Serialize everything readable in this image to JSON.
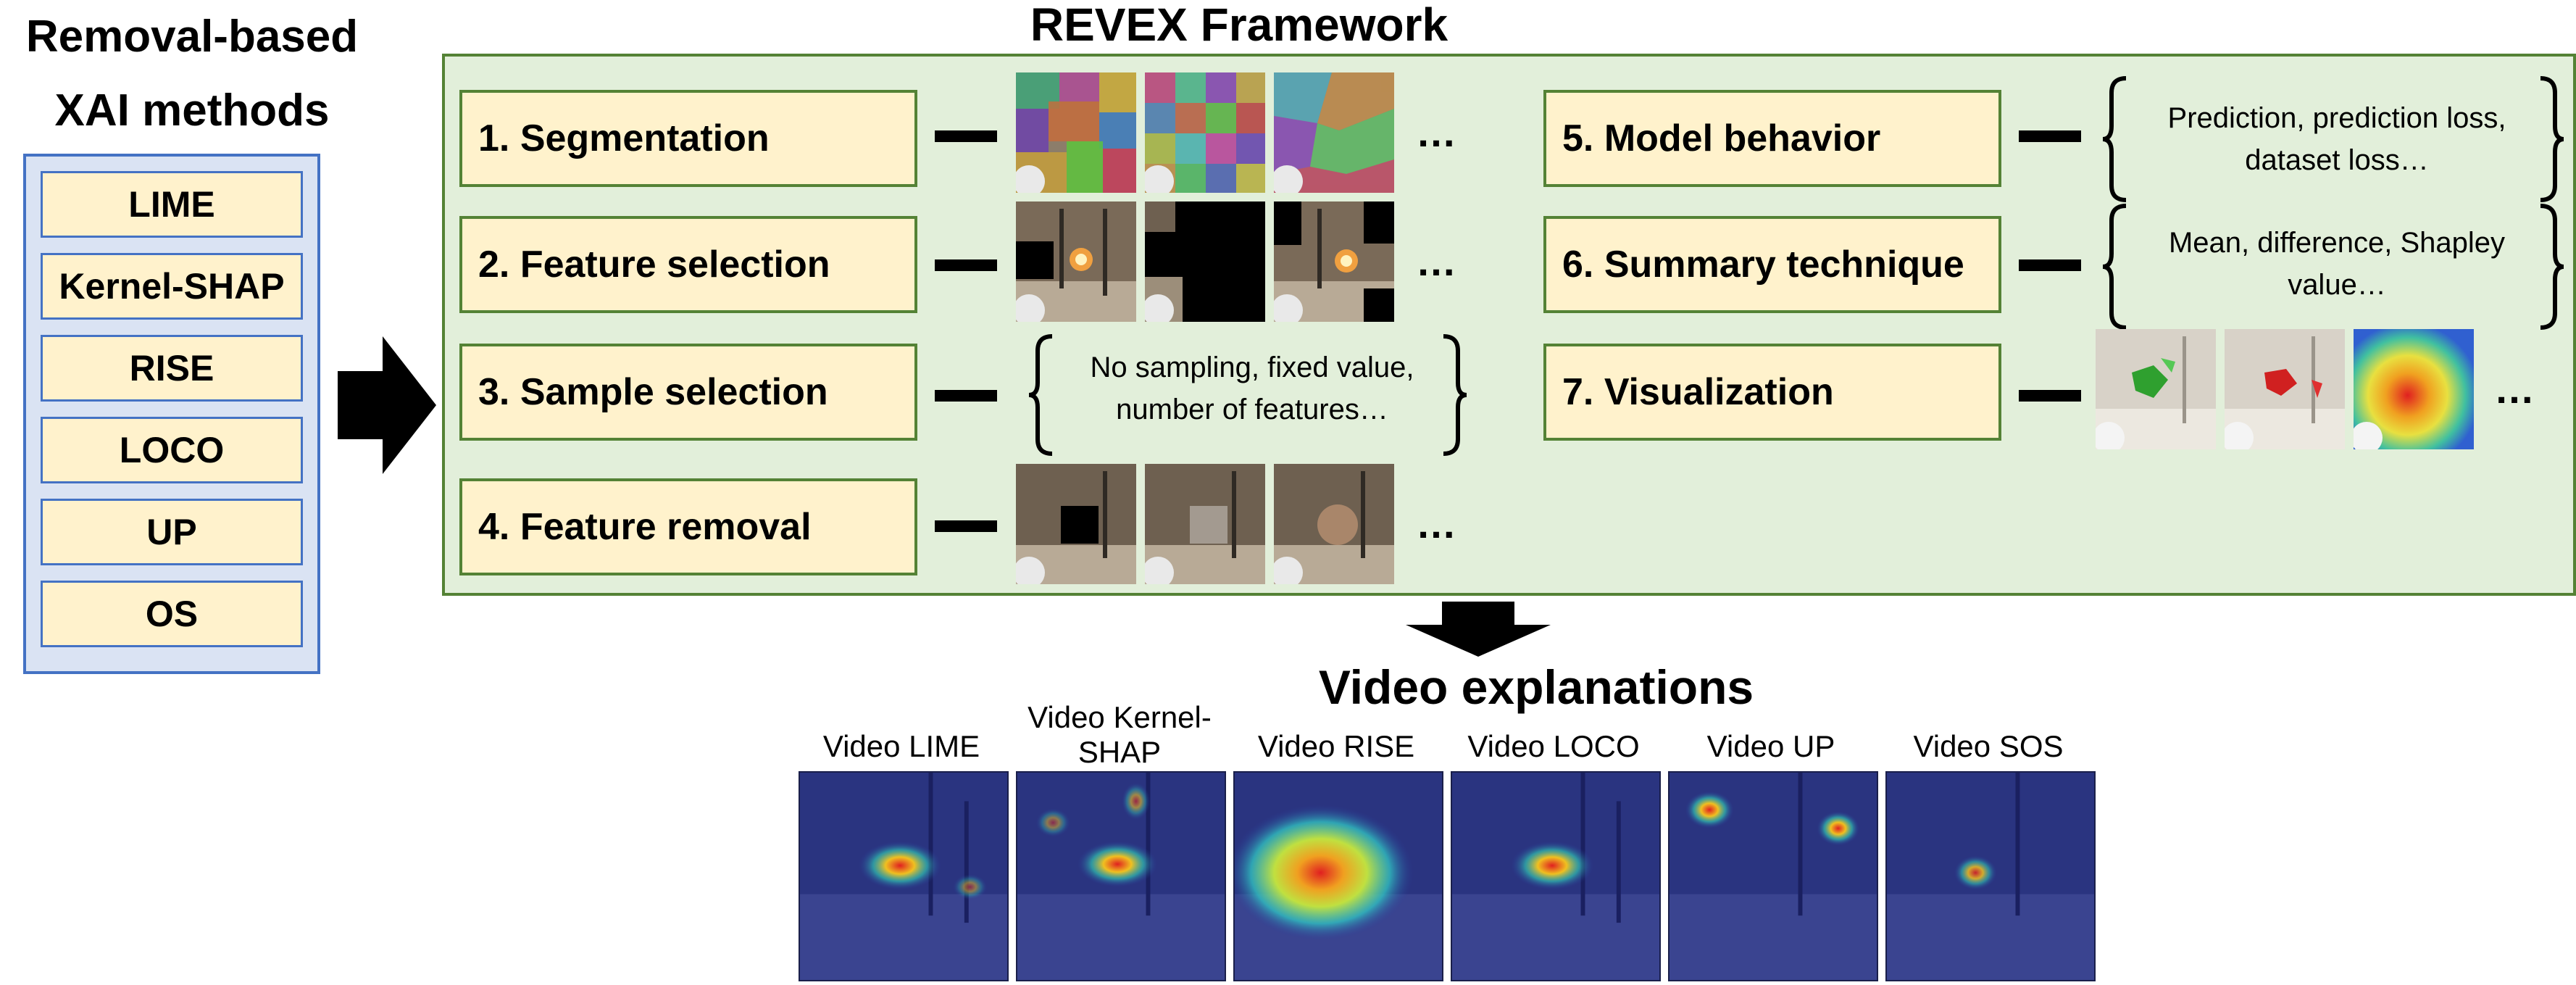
{
  "xai_panel": {
    "title": "Removal-based XAI methods",
    "methods": [
      "LIME",
      "Kernel-SHAP",
      "RISE",
      "LOCO",
      "UP",
      "OS"
    ]
  },
  "framework": {
    "title": "REVEX Framework",
    "steps": [
      "1. Segmentation",
      "2. Feature selection",
      "3. Sample selection",
      "4. Feature removal",
      "5. Model behavior",
      "6. Summary technique",
      "7. Visualization"
    ],
    "sample_selection_options": "No sampling, fixed value, number of features…",
    "model_behavior_options": "Prediction, prediction loss, dataset loss…",
    "summary_technique_options": "Mean, difference, Shapley value…",
    "ellipsis": "…"
  },
  "output": {
    "title": "Video explanations",
    "videos": [
      "Video LIME",
      "Video Kernel-SHAP",
      "Video RISE",
      "Video LOCO",
      "Video UP",
      "Video SOS"
    ]
  }
}
